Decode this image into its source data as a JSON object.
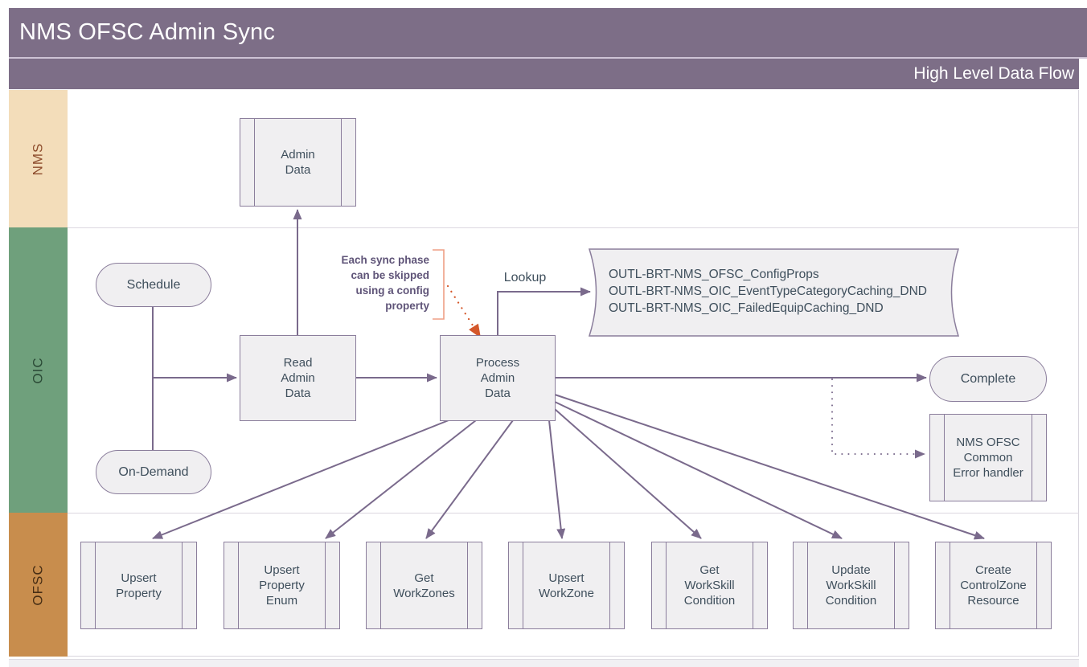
{
  "header": {
    "title": "NMS OFSC Admin Sync",
    "subtitle": "High Level Data Flow"
  },
  "lanes": [
    {
      "label": "NMS"
    },
    {
      "label": "OIC"
    },
    {
      "label": "OFSC"
    }
  ],
  "nodes": {
    "admin_data": {
      "label": "Admin\nData"
    },
    "schedule": {
      "label": "Schedule"
    },
    "on_demand": {
      "label": "On-Demand"
    },
    "read_admin_data": {
      "label": "Read\nAdmin\nData"
    },
    "process_admin_data": {
      "label": "Process\nAdmin\nData"
    },
    "lookup_store": {
      "lines": [
        "OUTL-BRT-NMS_OFSC_ConfigProps",
        "OUTL-BRT-NMS_OIC_EventTypeCategoryCaching_DND",
        "OUTL-BRT-NMS_OIC_FailedEquipCaching_DND"
      ]
    },
    "complete": {
      "label": "Complete"
    },
    "error_handler": {
      "label": "NMS OFSC\nCommon\nError handler"
    },
    "upsert_property": {
      "label": "Upsert\nProperty"
    },
    "upsert_property_enum": {
      "label": "Upsert\nProperty\nEnum"
    },
    "get_workzones": {
      "label": "Get\nWorkZones"
    },
    "upsert_workzone": {
      "label": "Upsert\nWorkZone"
    },
    "get_workskill_condition": {
      "label": "Get\nWorkSkill\nCondition"
    },
    "update_workskill_condition": {
      "label": "Update\nWorkSkill\nCondition"
    },
    "create_controlzone_resource": {
      "label": "Create\nControlZone\nResource"
    }
  },
  "edges": {
    "lookup_label": "Lookup"
  },
  "annotation": {
    "text": "Each sync phase\ncan be skipped\nusing a config\nproperty"
  },
  "colors": {
    "header_bar": "#7d6e87",
    "lane_nms": "#f3ddba",
    "lane_oic": "#6fa07c",
    "lane_ofsc": "#c88d4d",
    "shape_fill": "#f0eff1",
    "shape_border": "#8b7e9c",
    "connector": "#7a6a8c",
    "node_text": "#3f4f5c",
    "annotation_text": "#5f5478",
    "annotation_bracket": "#ef9f85",
    "alert_orange": "#d4572a"
  }
}
